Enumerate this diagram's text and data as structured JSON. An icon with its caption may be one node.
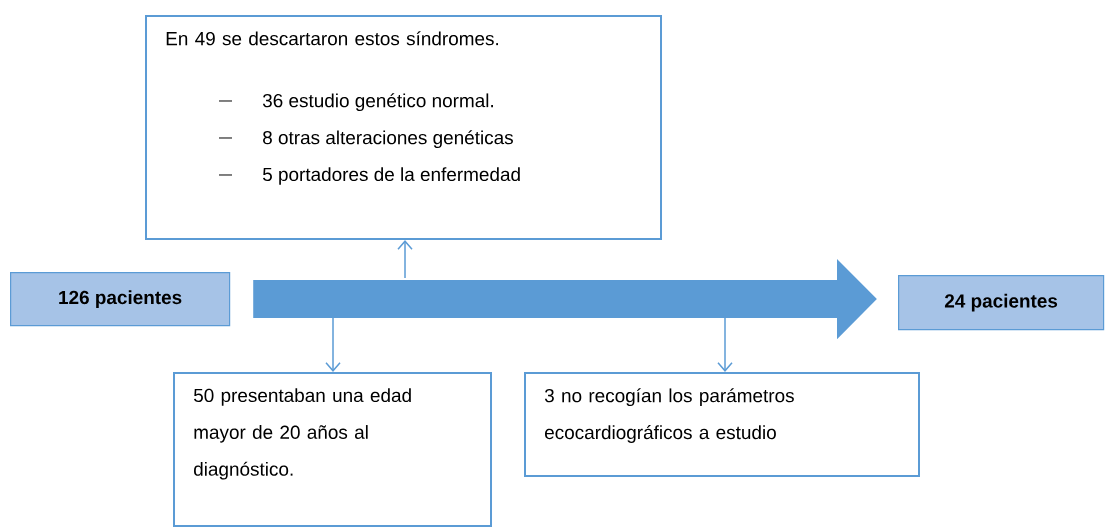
{
  "diagram": {
    "nodes": [
      {
        "text": [
          "En 49 se descartaron estos síndromes.",
          "36 estudio genético normal.",
          "8 otras alteraciones genéticas",
          "5 portadores de la enfermedad"
        ]
      },
      {
        "text": [
          "126 pacientes"
        ]
      },
      {
        "text": [
          "24 pacientes"
        ]
      },
      {
        "text": [
          "50 presentaban una edad mayor de 20 años al diagnóstico."
        ]
      },
      {
        "text": [
          "3 no recogían los parámetros ecocardiográficos a estudio"
        ]
      }
    ],
    "edges": [
      {
        "from": 1,
        "to": 2,
        "arrow": "to",
        "style": "thick"
      },
      {
        "from": null,
        "to": 0,
        "arrow": "to"
      },
      {
        "from": null,
        "to": 3,
        "arrow": "to"
      },
      {
        "from": null,
        "to": 4,
        "arrow": "to"
      }
    ]
  }
}
